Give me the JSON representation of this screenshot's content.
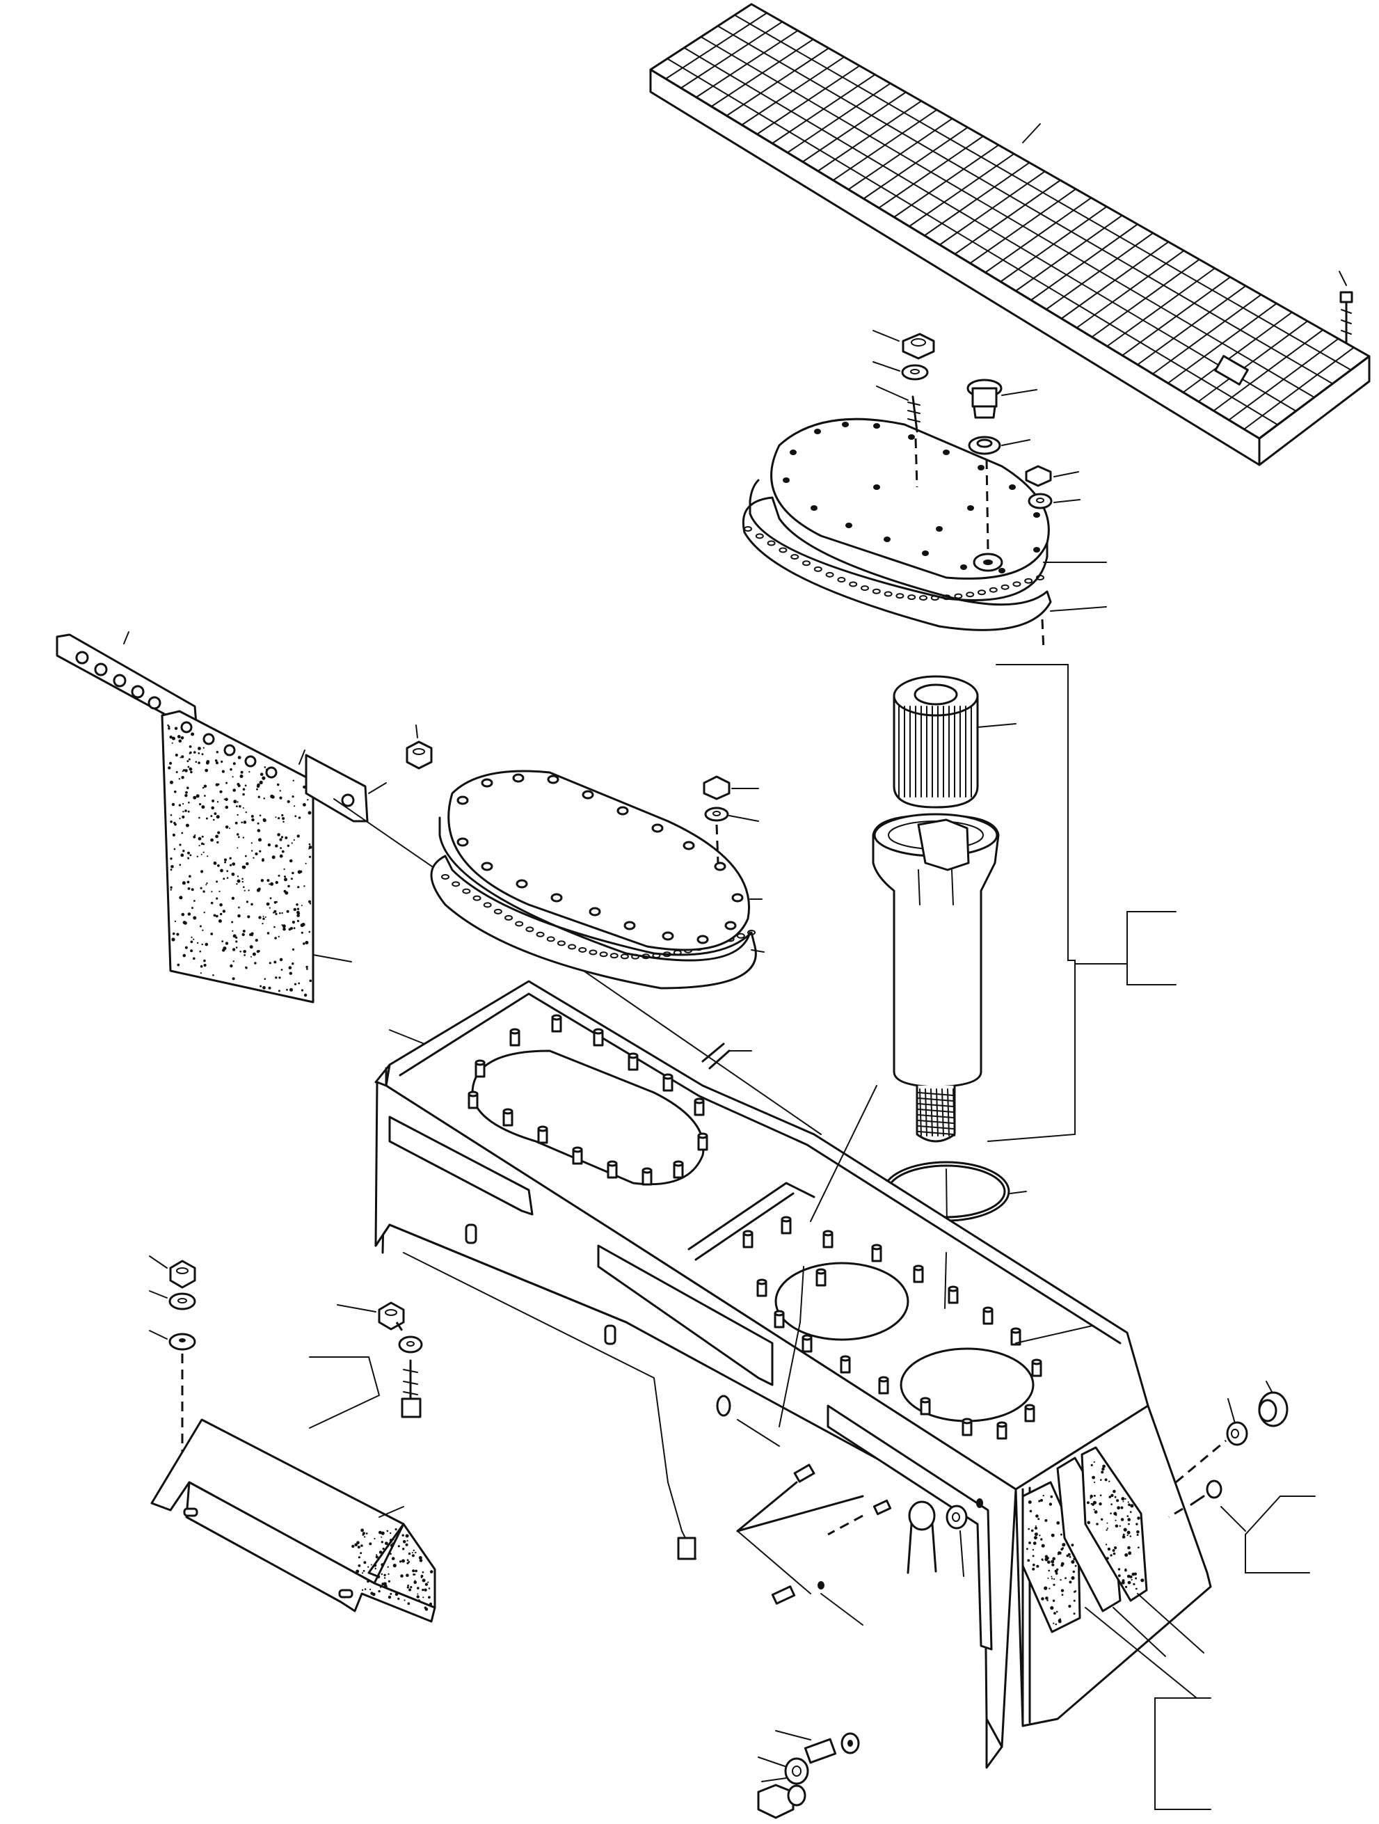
{
  "diagram": {
    "kind": "exploded-parts-view",
    "parts": [
      {
        "id": "grating",
        "icon": "grating-cover-icon"
      },
      {
        "id": "mounting-bolt",
        "icon": "bolt-icon"
      },
      {
        "id": "filter-cover",
        "icon": "oval-cover-plate-icon"
      },
      {
        "id": "cover-gasket",
        "icon": "gasket-icon"
      },
      {
        "id": "inspection-cover",
        "icon": "oval-cover-plate-icon"
      },
      {
        "id": "filter-element",
        "icon": "cylindrical-filter-icon"
      },
      {
        "id": "strainer-housing",
        "icon": "strainer-icon"
      },
      {
        "id": "o-ring",
        "icon": "o-ring-icon"
      },
      {
        "id": "tank-body",
        "icon": "tank-icon"
      },
      {
        "id": "side-plate",
        "icon": "plate-icon"
      },
      {
        "id": "mounting-strap",
        "icon": "strap-icon"
      },
      {
        "id": "under-cover",
        "icon": "guard-icon"
      },
      {
        "id": "drain-plug",
        "icon": "plug-icon"
      },
      {
        "id": "sight-gauge",
        "icon": "gauge-icon"
      }
    ]
  }
}
